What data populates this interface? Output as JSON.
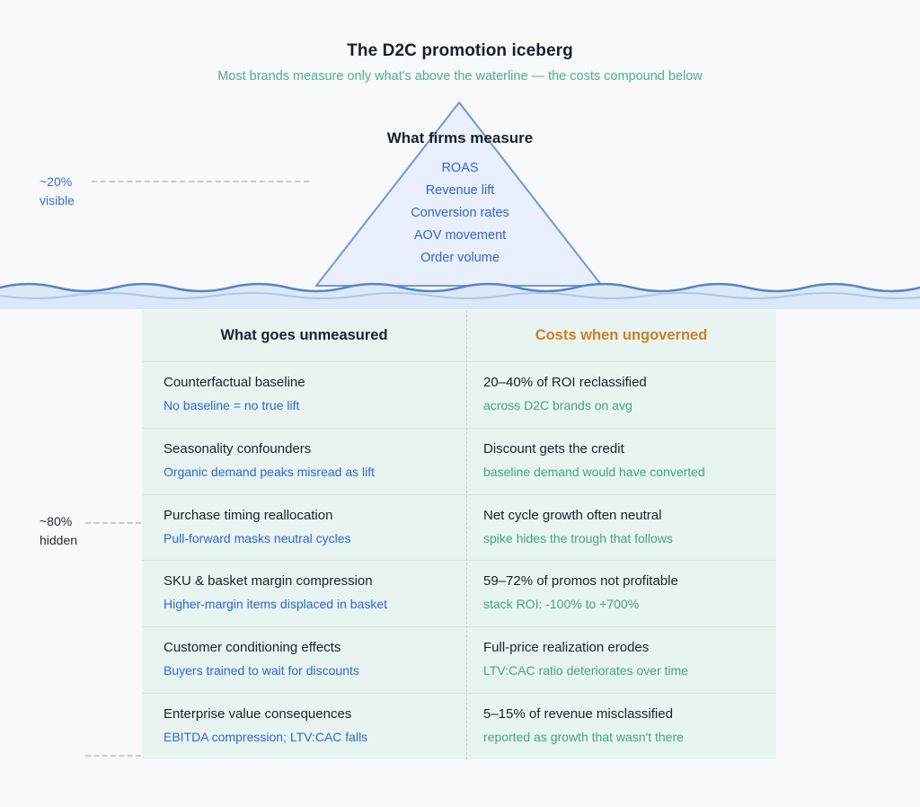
{
  "title": "The D2C promotion iceberg",
  "subtitle": "Most brands measure only what's above the waterline — the costs compound below",
  "iceberg": {
    "heading": "What firms measure",
    "items": [
      "ROAS",
      "Revenue lift",
      "Conversion rates",
      "AOV movement",
      "Order volume"
    ]
  },
  "annotations": {
    "visible": {
      "line1": "~20%",
      "line2": "visible"
    },
    "hidden": {
      "line1": "~80%",
      "line2": "hidden"
    }
  },
  "table": {
    "col1_header": "What goes unmeasured",
    "col2_header": "Costs when ungoverned",
    "rows": [
      {
        "left_title": "Counterfactual baseline",
        "left_sub": "No baseline = no true lift",
        "right_title": "20–40% of ROI reclassified",
        "right_sub": "across D2C brands on avg"
      },
      {
        "left_title": "Seasonality confounders",
        "left_sub": "Organic demand peaks misread as lift",
        "right_title": "Discount gets the credit",
        "right_sub": "baseline demand would have converted"
      },
      {
        "left_title": "Purchase timing reallocation",
        "left_sub": "Pull-forward masks neutral cycles",
        "right_title": "Net cycle growth often neutral",
        "right_sub": "spike hides the trough that follows"
      },
      {
        "left_title": "SKU & basket margin compression",
        "left_sub": "Higher-margin items displaced in basket",
        "right_title": "59–72% of promos not profitable",
        "right_sub": "stack ROI: -100% to +700%"
      },
      {
        "left_title": "Customer conditioning effects",
        "left_sub": "Buyers trained to wait for discounts",
        "right_title": "Full-price realization erodes",
        "right_sub": "LTV:CAC ratio deteriorates over time"
      },
      {
        "left_title": "Enterprise value consequences",
        "left_sub": "EBITDA compression; LTV:CAC falls",
        "right_title": "5–15% of revenue misclassified",
        "right_sub": "reported as growth that wasn't there"
      }
    ]
  },
  "colors": {
    "accent_blue": "#2d68d8",
    "accent_green": "#43a483",
    "accent_orange": "#d07e27",
    "subtitle_teal": "#50ad92",
    "water_blue": "#5484cd",
    "table_bg": "#e8f4ef"
  }
}
